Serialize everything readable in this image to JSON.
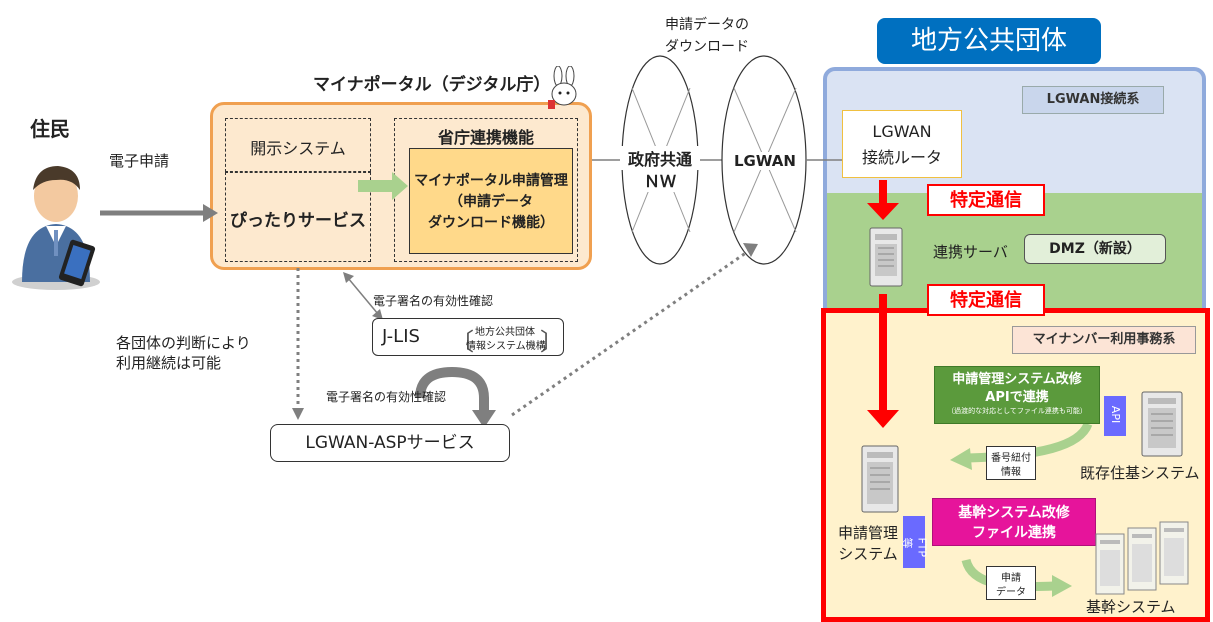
{
  "resident": {
    "title": "住民",
    "action": "電子申請",
    "note_line1": "各団体の判断により",
    "note_line2": "利用継続は可能"
  },
  "mynaportal": {
    "title": "マイナポータル（デジタル庁）",
    "disclosure": "開示システム",
    "pittari": "ぴったりサービス",
    "ministry_header": "省庁連携機能",
    "apply_line1": "マイナポータル申請管理",
    "apply_line2": "（申請データ",
    "apply_line3": "ダウンロード機能）"
  },
  "network": {
    "download_line1": "申請データの",
    "download_line2": "ダウンロード",
    "gov_line1": "政府共通",
    "gov_line2": "ＮＷ",
    "lgwan": "LGWAN"
  },
  "jlis": {
    "sig_check_upper": "電子署名の有効性確認",
    "label": "J-LIS",
    "org_line1": "地方公共団体",
    "org_line2": "情報システム機構",
    "sig_check_lower": "電子署名の有効性確認",
    "asp": "LGWAN-ASPサービス"
  },
  "local_gov": {
    "header": "地方公共団体",
    "lgwan_zone": "LGWAN接続系",
    "router_line1": "LGWAN",
    "router_line2": "接続ルータ",
    "specific_comm_1": "特定通信",
    "relay_server": "連携サーバ",
    "dmz": "DMZ（新設）",
    "specific_comm_2": "特定通信",
    "mynumber_zone": "マイナンバー利用事務系",
    "api_box_line1": "申請管理システム改修",
    "api_box_line2": "APIで連携",
    "api_box_line3": "（過渡的な対応としてファイル連携も可能）",
    "api_tag": "API",
    "number_link_line1": "番号紐付",
    "number_link_line2": "情報",
    "existing_system": "既存住基システム",
    "core_box_line1": "基幹システム改修",
    "core_box_line2": "ファイル連携",
    "app_mgmt_line1": "申請管理",
    "app_mgmt_line2": "システム",
    "ftp_tag": "FTP等",
    "app_data_line1": "申請",
    "app_data_line2": "データ",
    "core_system": "基幹システム"
  },
  "colors": {
    "portal_border": "#f0a050",
    "portal_fill": "#fde9cf",
    "apply_fill": "#ffd98a",
    "lg_border": "#8faadc",
    "lg_top_fill": "#dae3f3",
    "lg_mid_fill": "#a9d18e",
    "mynumber_border": "#ff0000",
    "mynumber_fill": "#fff2cc",
    "header_fill": "#0070c0",
    "api_green": "#5b9a3c",
    "core_magenta": "#e6149b",
    "tag_blue": "#6a6aff"
  }
}
